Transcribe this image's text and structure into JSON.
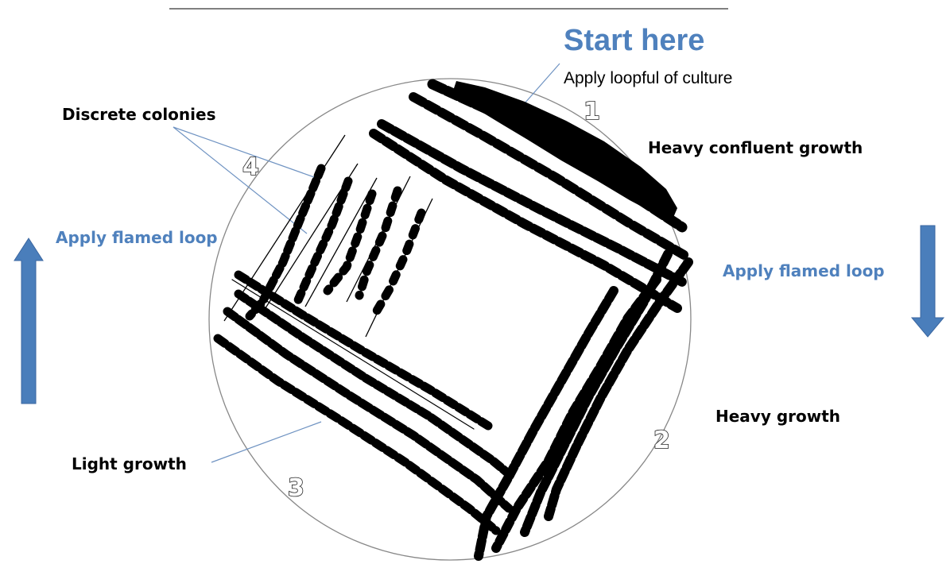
{
  "title": {
    "main": "Start here",
    "sub": "Apply loopful  of culture"
  },
  "labels": {
    "heavy_confluent": "Heavy confluent growth",
    "discrete_colonies": "Discrete colonies",
    "heavy_growth": "Heavy growth",
    "light_growth": "Light growth",
    "flamed_loop_left": "Apply flamed loop",
    "flamed_loop_right": "Apply flamed loop"
  },
  "streak_numbers": [
    "1",
    "2",
    "3",
    "4"
  ],
  "arrows": {
    "left": "up",
    "right": "down"
  },
  "colors": {
    "accent_blue": "#4f81bd",
    "arrow_fill": "#4a7ebb",
    "arrow_stroke": "#3a66a0",
    "ink": "#000000",
    "plate_outline": "#888888"
  }
}
